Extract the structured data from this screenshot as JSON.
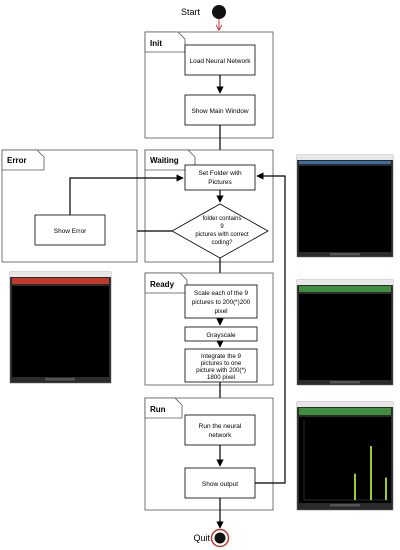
{
  "start_label": "Start",
  "quit_label": "Quit",
  "colors": {
    "start_fill": "#111111",
    "terminal_ring": "#c0392b",
    "screen_bg": "#000000",
    "error_banner": "#c0392b",
    "success_banner": "#3f8f3f",
    "plot_line": "#9acd32",
    "window_frame": "#2b2b2b"
  },
  "sections": {
    "init": "Init",
    "waiting": "Waiting",
    "ready": "Ready",
    "run": "Run",
    "error": "Error"
  },
  "nodes": {
    "load_nn": "Load Neural Network",
    "show_main": "Show Main Window",
    "set_folder": [
      "Set Folder with",
      "Pictures"
    ],
    "decision": [
      "folder contains",
      "9",
      "pictures with correct",
      "coding?"
    ],
    "show_error": "Show Error",
    "scale": [
      "Scale each of the 9",
      "pictures to 200(*)200",
      "pixel"
    ],
    "grayscale": "Grayscale",
    "integrate": [
      "Integrate the 9",
      "pictures to one",
      "picture with 200(*)",
      "1800 pixel"
    ],
    "run_nn": [
      "Run the neural",
      "network"
    ],
    "show_output": "Show output"
  },
  "screenshots": [
    {
      "name": "waiting",
      "banner": "none"
    },
    {
      "name": "error",
      "banner": "error"
    },
    {
      "name": "ready",
      "banner": "success"
    },
    {
      "name": "output",
      "banner": "success",
      "bar_values": [
        0.35,
        0.72,
        0.3
      ]
    }
  ]
}
